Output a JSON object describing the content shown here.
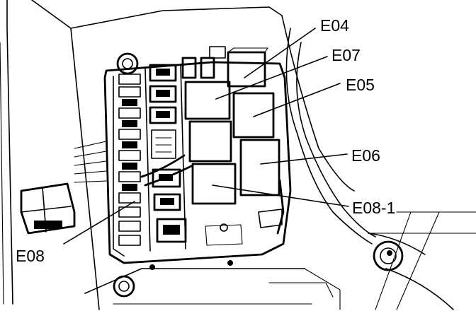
{
  "callouts": {
    "e04": "E04",
    "e07": "E07",
    "e05": "E05",
    "e06": "E06",
    "e08_1": "E08-1",
    "e08": "E08"
  }
}
